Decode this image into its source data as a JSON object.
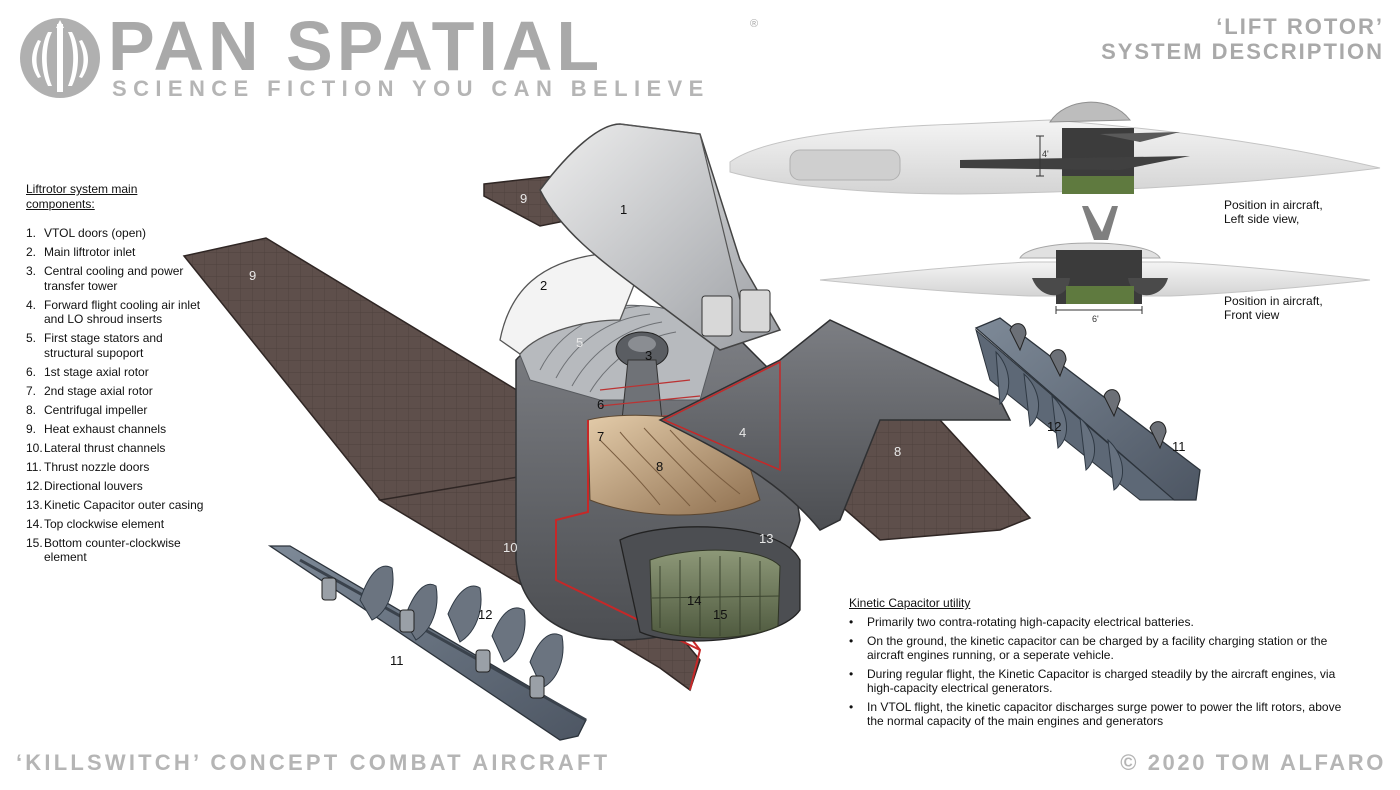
{
  "header": {
    "brand": "PAN SPATIAL",
    "registered": "®",
    "tagline": "SCIENCE FICTION YOU CAN BELIEVE",
    "title_line1": "‘LIFT ROTOR’",
    "title_line2": "SYSTEM DESCRIPTION"
  },
  "components": {
    "heading": "Liftrotor system main components:",
    "items": [
      {
        "num": "1.",
        "label": "VTOL doors (open)"
      },
      {
        "num": "2.",
        "label": "Main liftrotor inlet"
      },
      {
        "num": "3.",
        "label": "Central cooling and power transfer tower"
      },
      {
        "num": "4.",
        "label": "Forward flight cooling air inlet and LO shroud inserts"
      },
      {
        "num": "5.",
        "label": "First stage stators and structural supoport"
      },
      {
        "num": "6.",
        "label": "1st stage axial rotor"
      },
      {
        "num": "7.",
        "label": "2nd stage axial rotor"
      },
      {
        "num": "8.",
        "label": "Centrifugal impeller"
      },
      {
        "num": "9.",
        "label": "Heat exhaust channels"
      },
      {
        "num": "10.",
        "label": "Lateral thrust channels"
      },
      {
        "num": "11.",
        "label": "Thrust nozzle doors"
      },
      {
        "num": "12.",
        "label": "Directional louvers"
      },
      {
        "num": "13.",
        "label": "Kinetic Capacitor outer casing"
      },
      {
        "num": "14.",
        "label": "Top clockwise element"
      },
      {
        "num": "15.",
        "label": "Bottom counter-clockwise element"
      }
    ]
  },
  "callouts": {
    "c1": "1",
    "c2": "2",
    "c3": "3",
    "c4": "4",
    "c5": "5",
    "c6": "6",
    "c7": "7",
    "c8a": "8",
    "c8b": "8",
    "c9a": "9",
    "c9b": "9",
    "c10": "10",
    "c11a": "11",
    "c11b": "11",
    "c12a": "12",
    "c12b": "12",
    "c13": "13",
    "c14": "14",
    "c15": "15"
  },
  "position_views": {
    "side_caption_line1": "Position in aircraft,",
    "side_caption_line2": "Left side view,",
    "front_caption_line1": "Position in aircraft,",
    "front_caption_line2": "Front view",
    "side_dimension": "4'",
    "front_dimension": "6'"
  },
  "kinetic_capacitor": {
    "heading": "Kinetic Capacitor utility",
    "bullet": "•",
    "items": [
      "Primarily two contra-rotating high-capacity electrical batteries.",
      "On the ground, the kinetic capacitor can be charged by a facility charging station or the aircraft engines running, or a seperate vehicle.",
      "During regular flight, the Kinetic Capacitor is charged steadily by the aircraft engines, via high-capacity electrical generators.",
      "In VTOL flight, the kinetic capacitor discharges surge power to power the lift rotors, above the normal capacity of the main engines and generators"
    ]
  },
  "footer": {
    "left": "‘KILLSWITCH’ CONCEPT COMBAT AIRCRAFT",
    "right": "© 2020 TOM ALFARO"
  },
  "colors": {
    "brand_gray": "#a9a9a9",
    "channel_brown": "#5e4f4b",
    "metal_gray": "#8b8d91",
    "impeller_tan": "#c9ab87",
    "capacitor_green": "#6f7a5c",
    "cut_red": "#c62828"
  },
  "icons": {
    "logo": "pan-spatial-logo-icon"
  }
}
